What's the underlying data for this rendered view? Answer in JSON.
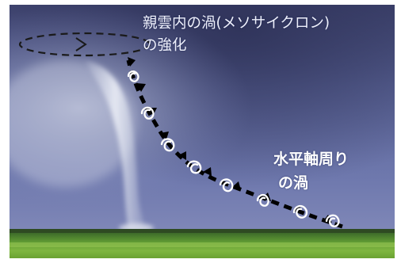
{
  "labels": {
    "upper_line1": "親雲内の渦(メソサイクロン)",
    "upper_line2": "の強化",
    "lower_line1": "水平軸周り",
    "lower_line2": "の渦"
  },
  "colors": {
    "sky_top": "#4a4f7a",
    "sky_mid": "#6b74a8",
    "sky_bottom": "#7d86b8",
    "funnel": "#d9dde9",
    "ground": "#6aa23a",
    "arrow": "#000000",
    "swirl": "#ffffff",
    "dashed_ellipse": "#1a1a1a"
  },
  "icons": {
    "mesocyclone": "dashed-ellipse-rotation-arrow",
    "vortex_path": "dashed-arrow-path",
    "swirls": "white-spiral-icons"
  }
}
